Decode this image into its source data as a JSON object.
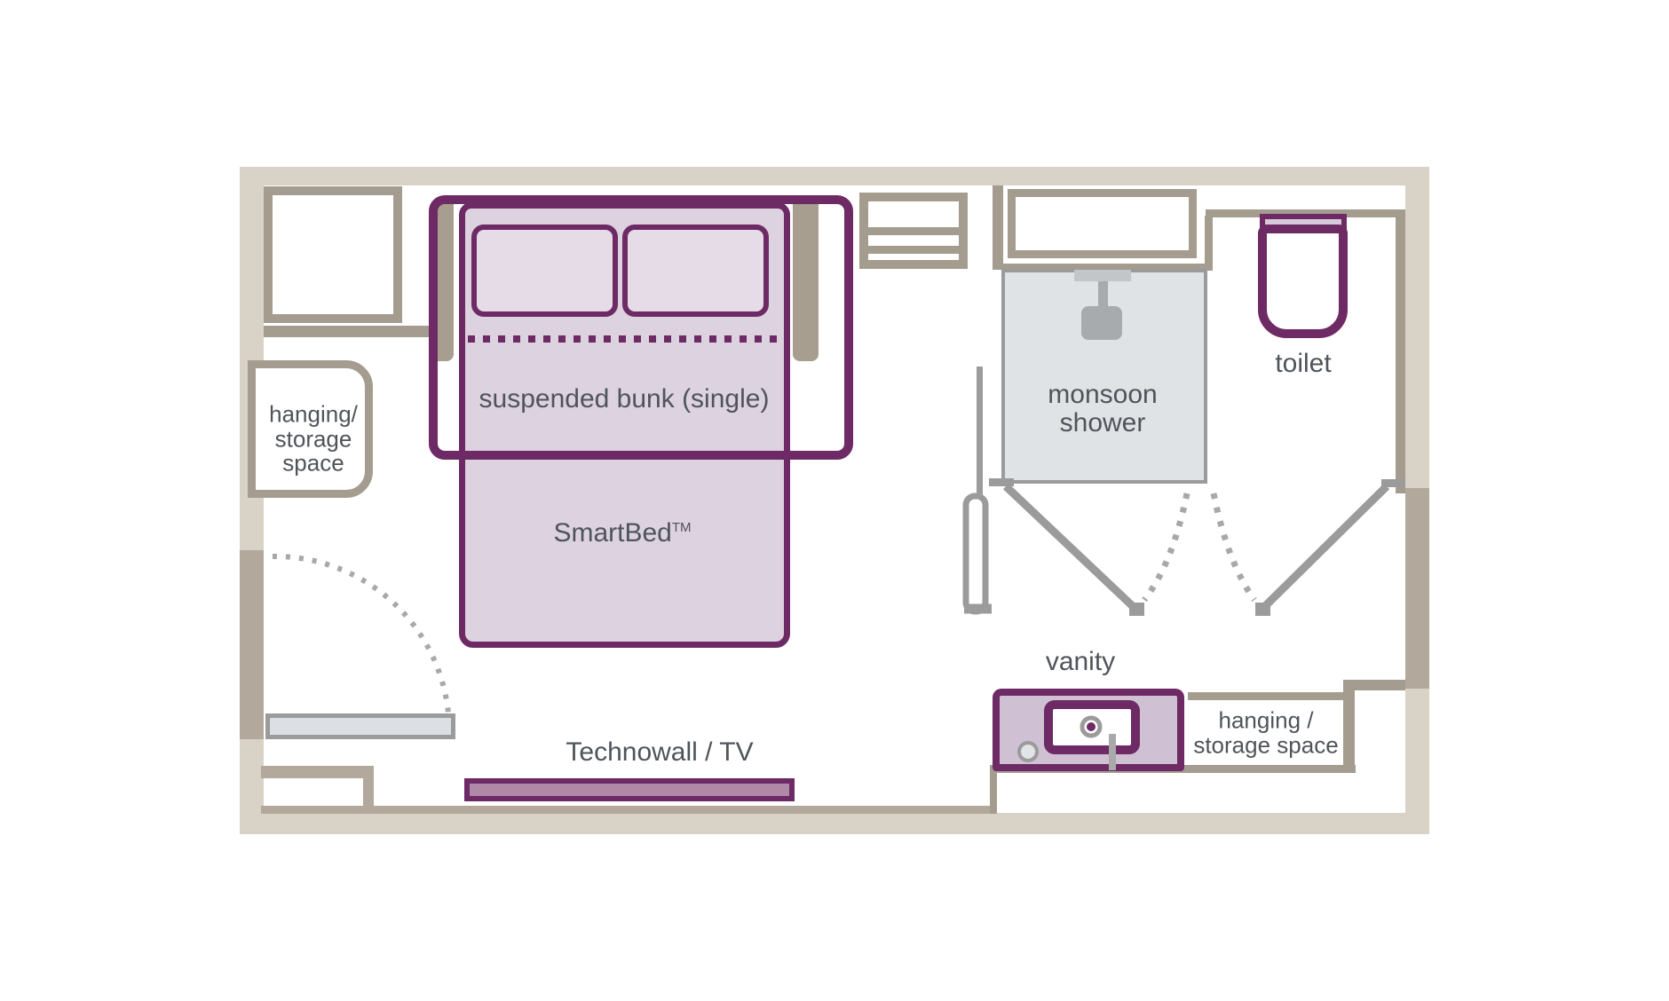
{
  "plan": {
    "bedroom": {
      "suspended_bunk_label": "suspended bunk (single)",
      "smartbed_label": "SmartBed",
      "smartbed_tm": "TM",
      "technowall_label": "Technowall / TV",
      "hanging_storage_left": {
        "lines": [
          "hanging/",
          "storage",
          "space"
        ]
      }
    },
    "bathroom": {
      "monsoon_shower": {
        "lines": [
          "monsoon",
          "shower"
        ]
      },
      "toilet_label": "toilet",
      "vanity_label": "vanity",
      "hanging_storage_right": {
        "lines": [
          "hanging /",
          "storage space"
        ]
      }
    },
    "palette": {
      "wall_light": "#d9d2c6",
      "wall_accent": "#b2a89b",
      "fixture_tan": "#a59c90",
      "purple_dark": "#6d2a64",
      "mattress_fill": "#ddd2e0",
      "pillow_fill": "#e5dce8",
      "toilet_tank_fill": "#d7c9dc",
      "vanity_fill": "#cfc0d4",
      "technowall_fill": "#b089a9",
      "shower_fill": "#e0e3e5",
      "glass_grey": "#9b9b9b",
      "door_fill": "#dce0e4",
      "text_grey": "#4f545a"
    }
  }
}
